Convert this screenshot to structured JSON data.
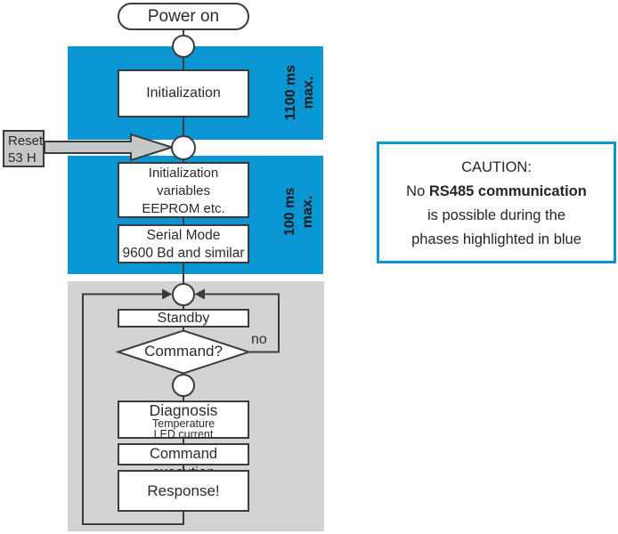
{
  "colors": {
    "accent_blue": "#0a96d2",
    "region_gray": "#d2d3d4",
    "box_gray": "#c6c7c8",
    "line_dark": "#3c3c3c"
  },
  "flowchart": {
    "power_on": "Power on",
    "initialization": "Initialization",
    "phase1_duration": "1100 ms",
    "phase1_suffix": "max.",
    "reset_line1": "Reset",
    "reset_line2": "53 H",
    "init_vars_line1": "Initialization",
    "init_vars_line2": "variables",
    "init_vars_line3": "EEPROM etc.",
    "serial_line1": "Serial Mode",
    "serial_line2": "9600 Bd and similar",
    "phase2_duration": "100 ms",
    "phase2_suffix": "max.",
    "standby": "Standby",
    "command_decision": "Command?",
    "no_label": "no",
    "diagnosis_line1": "Diagnosis",
    "diagnosis_line2": "Temperature",
    "diagnosis_line3": "LED current",
    "command_execution": "Command execution",
    "response": "Response!"
  },
  "caution": {
    "title": "CAUTION:",
    "line2_prefix": "No ",
    "line2_bold": "RS485 communication",
    "line3": "is possible during the",
    "line4": "phases highlighted in blue"
  }
}
